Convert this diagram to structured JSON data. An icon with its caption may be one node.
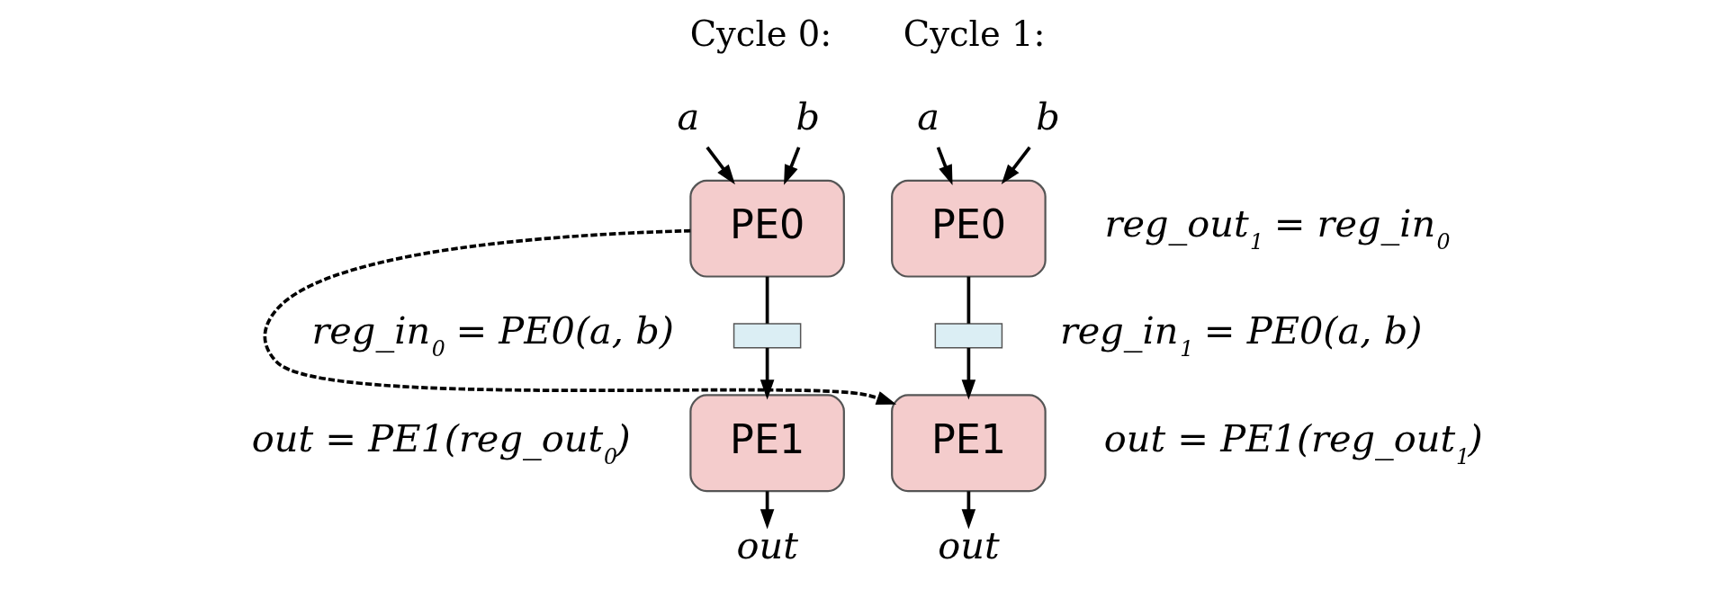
{
  "diagram": {
    "nodes": [
      {
        "text": [
          "a"
        ]
      },
      {
        "text": [
          "b"
        ]
      },
      {
        "text": [
          "PE0"
        ]
      },
      {
        "text": [],
        "shape": "box"
      },
      {
        "text": [
          "PE1"
        ]
      },
      {
        "text": [
          "out"
        ]
      },
      {
        "text": [
          "a"
        ]
      },
      {
        "text": [
          "b"
        ]
      },
      {
        "text": [
          "PE0"
        ]
      },
      {
        "text": [],
        "shape": "box"
      },
      {
        "text": [
          "PE1"
        ]
      },
      {
        "text": [
          "out"
        ]
      }
    ],
    "edges": [
      {
        "from": 0,
        "to": 2,
        "arrow": "to"
      },
      {
        "from": 1,
        "to": 2,
        "arrow": "to"
      },
      {
        "from": 2,
        "to": 3,
        "arrow": "none"
      },
      {
        "from": 3,
        "to": 4,
        "arrow": "to"
      },
      {
        "from": 4,
        "to": 5,
        "arrow": "to"
      },
      {
        "from": 6,
        "to": 8,
        "arrow": "to"
      },
      {
        "from": 7,
        "to": 8,
        "arrow": "to"
      },
      {
        "from": 8,
        "to": 9,
        "arrow": "none"
      },
      {
        "from": 9,
        "to": 10,
        "arrow": "to"
      },
      {
        "from": 10,
        "to": 11,
        "arrow": "to"
      },
      {
        "from": 2,
        "to": 10,
        "arrow": "to",
        "style": "dashed"
      }
    ],
    "labels": [
      "Cycle 0:",
      "Cycle 1:",
      "reg_in$_{0}$ = PE0(a, b)",
      "out = PE1(reg_out$_{0}$)",
      "reg_out$_{1}$ = reg_in$_{0}$",
      "reg_in$_{1}$ = PE0(a, b)",
      "out = PE1(reg_out$_{1}$)"
    ]
  }
}
